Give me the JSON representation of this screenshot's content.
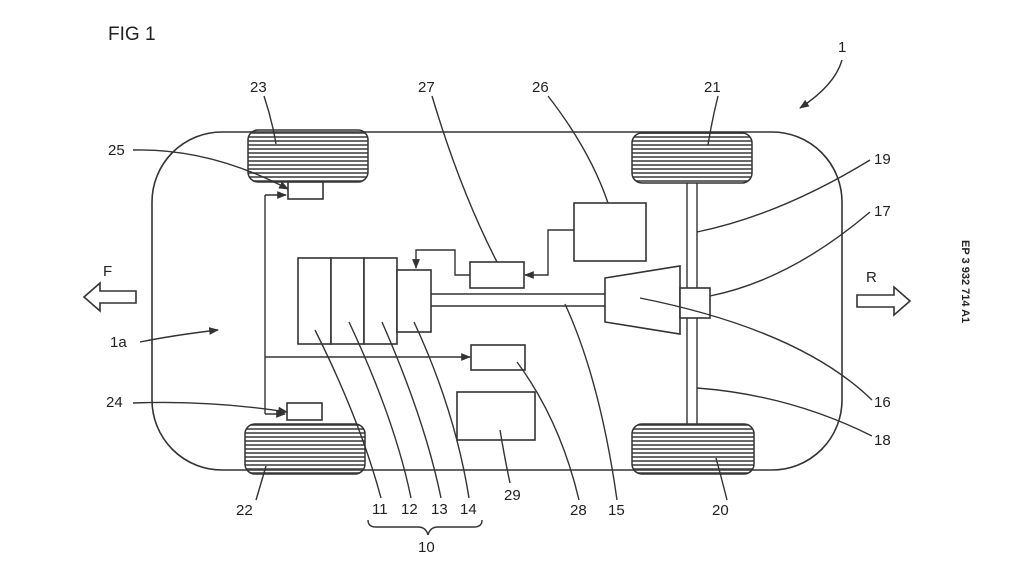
{
  "figure": {
    "title": "FIG 1",
    "publication_number": "EP 3 932 714 A1",
    "front_label": "F",
    "rear_label": "R"
  },
  "reference_numerals": {
    "vehicle": "1",
    "vehicle_front": "1a",
    "group": "10",
    "unit_11": "11",
    "unit_12": "12",
    "unit_13": "13",
    "unit_14": "14",
    "shaft": "15",
    "item_16": "16",
    "item_17": "17",
    "axle_18": "18",
    "axle_19": "19",
    "wheel_20": "20",
    "wheel_21": "21",
    "wheel_22": "22",
    "wheel_23": "23",
    "sensor_24": "24",
    "sensor_25": "25",
    "box_26": "26",
    "box_27": "27",
    "box_28": "28",
    "box_29": "29"
  }
}
